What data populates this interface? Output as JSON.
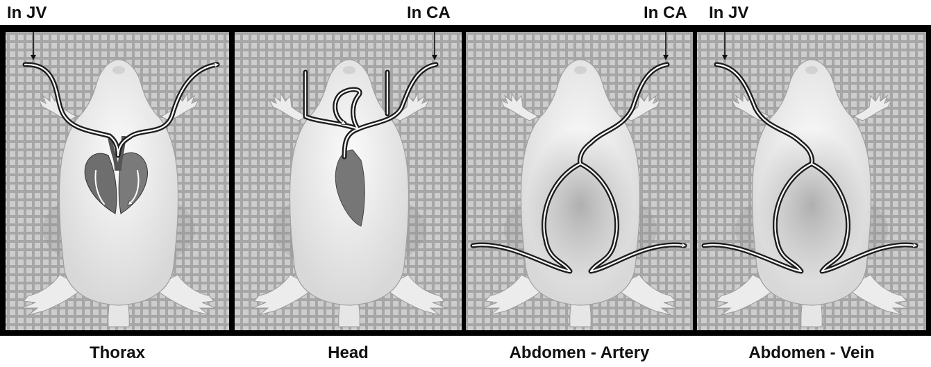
{
  "top_labels": [
    "In JV",
    "In CA",
    "In CA",
    "In JV"
  ],
  "panels": [
    {
      "id": "thorax",
      "caption": "Thorax"
    },
    {
      "id": "head",
      "caption": "Head"
    },
    {
      "id": "abdomen-artery",
      "caption": "Abdomen - Artery"
    },
    {
      "id": "abdomen-vein",
      "caption": "Abdomen - Vein"
    }
  ],
  "colors": {
    "frame": "#000000",
    "grid_bg": "#a6a6a6",
    "grid_square": "#cdcdcd",
    "body": "#eeeeee",
    "vessel": "#2a2a2a",
    "organ": "#6a6a6a"
  }
}
